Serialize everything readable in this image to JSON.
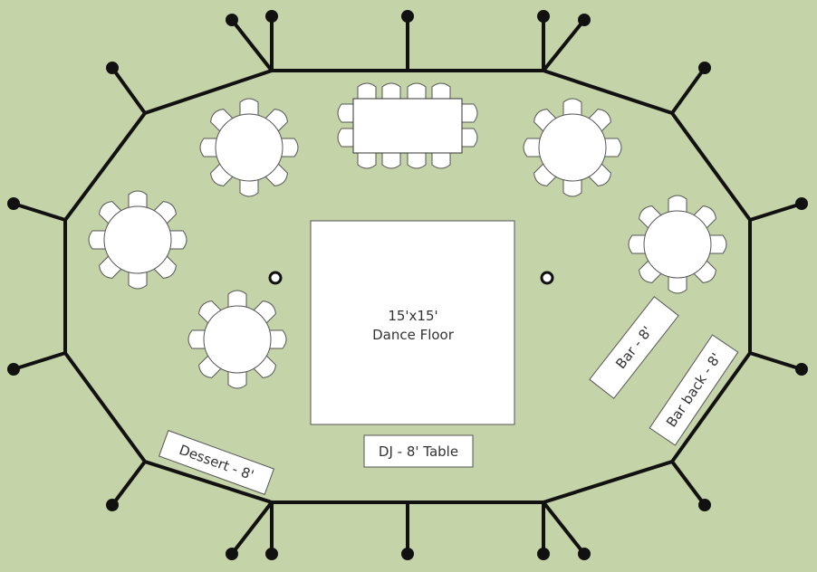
{
  "colors": {
    "background": "#c5d4a8",
    "tent_frame": "#111111",
    "furniture": "#ffffff",
    "outline": "#555555"
  },
  "dance_floor": {
    "line1": "15'x15'",
    "line2": "Dance Floor"
  },
  "dj_table": {
    "label": "DJ - 8' Table"
  },
  "dessert_table": {
    "label": "Dessert - 8'"
  },
  "bar": {
    "label": "Bar - 8'"
  },
  "bar_back": {
    "label": "Bar back - 8'"
  },
  "round_tables": {
    "count": 5,
    "chairs_each": 8
  },
  "banquet_table": {
    "chairs": 12
  }
}
